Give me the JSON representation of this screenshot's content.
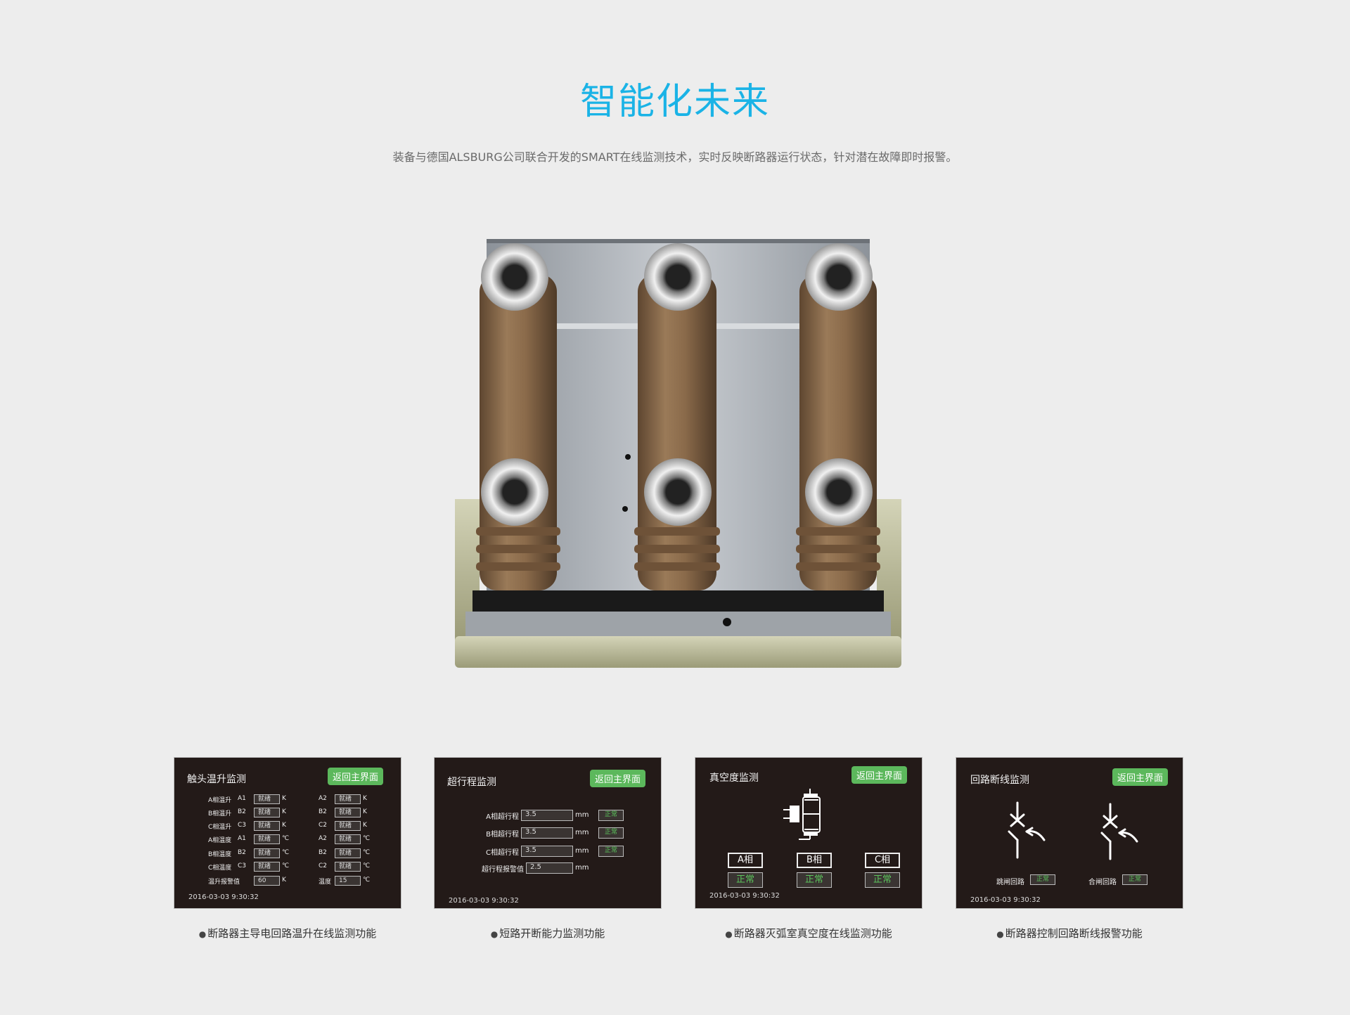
{
  "header": {
    "title": "智能化未来",
    "subtitle": "装备与德国ALSBURG公司联合开发的SMART在线监测技术，实时反映断路器运行状态，针对潜在故障即时报警。"
  },
  "colors": {
    "accent": "#1ab3e6",
    "button_green": "#5cb85c",
    "panel_bg": "#231a18",
    "status_green": "#5cc45c"
  },
  "panels": [
    {
      "title": "触头温升监测",
      "back_label": "返回主界面",
      "rows": [
        {
          "label": "A相温升",
          "code": "A1",
          "value": "就绪",
          "unit": "K",
          "code2": "A2",
          "value2": "就绪",
          "unit2": "K"
        },
        {
          "label": "B相温升",
          "code": "B2",
          "value": "就绪",
          "unit": "K",
          "code2": "B2",
          "value2": "就绪",
          "unit2": "K"
        },
        {
          "label": "C相温升",
          "code": "C3",
          "value": "就绪",
          "unit": "K",
          "code2": "C2",
          "value2": "就绪",
          "unit2": "K"
        },
        {
          "label": "A相温度",
          "code": "A1",
          "value": "就绪",
          "unit": "℃",
          "code2": "A2",
          "value2": "就绪",
          "unit2": "℃"
        },
        {
          "label": "B相温度",
          "code": "B2",
          "value": "就绪",
          "unit": "℃",
          "code2": "B2",
          "value2": "就绪",
          "unit2": "℃"
        },
        {
          "label": "C相温度",
          "code": "C3",
          "value": "就绪",
          "unit": "℃",
          "code2": "C2",
          "value2": "就绪",
          "unit2": "℃"
        },
        {
          "label": "温升报警值",
          "code": "",
          "value": "60",
          "unit": "K",
          "code2": "温度",
          "value2": "15",
          "unit2": "℃"
        }
      ],
      "datetime": "2016-03-03   9:30:32",
      "caption": "断路器主导电回路温升在线监测功能"
    },
    {
      "title": "超行程监测",
      "back_label": "返回主界面",
      "rows": [
        {
          "label": "A相超行程",
          "value": "3.5",
          "unit": "mm",
          "status": "正常"
        },
        {
          "label": "B相超行程",
          "value": "3.5",
          "unit": "mm",
          "status": "正常"
        },
        {
          "label": "C相超行程",
          "value": "3.5",
          "unit": "mm",
          "status": "正常"
        },
        {
          "label": "超行程报警值",
          "value": "2.5",
          "unit": "mm"
        }
      ],
      "datetime": "2016-03-03   9:30:32",
      "caption": "短路开断能力监测功能"
    },
    {
      "title": "真空度监测",
      "back_label": "返回主界面",
      "phases": [
        {
          "label": "A相",
          "status": "正常"
        },
        {
          "label": "B相",
          "status": "正常"
        },
        {
          "label": "C相",
          "status": "正常"
        }
      ],
      "datetime": "2016-03-03   9:30:32",
      "caption": "断路器灭弧室真空度在线监测功能"
    },
    {
      "title": "回路断线监测",
      "back_label": "返回主界面",
      "circuits": [
        {
          "label": "跳闸回路",
          "status": "正常"
        },
        {
          "label": "合闸回路",
          "status": "正常"
        }
      ],
      "datetime": "2016-03-03   9:30:32",
      "caption": "断路器控制回路断线报警功能"
    }
  ],
  "bullet": "●"
}
